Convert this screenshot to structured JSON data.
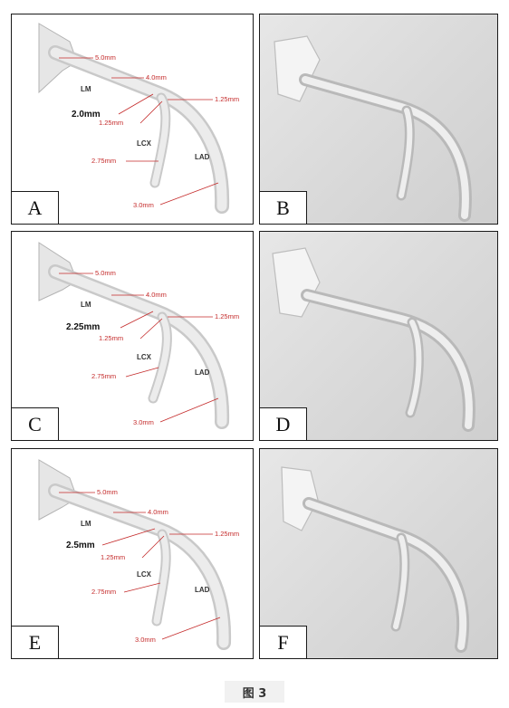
{
  "figure": {
    "caption": "图 3",
    "panels": [
      {
        "label": "A",
        "type": "diagram",
        "angle_label": "2.0mm"
      },
      {
        "label": "B",
        "type": "photo"
      },
      {
        "label": "C",
        "type": "diagram",
        "angle_label": "2.25mm"
      },
      {
        "label": "D",
        "type": "photo"
      },
      {
        "label": "E",
        "type": "diagram",
        "angle_label": "2.5mm"
      },
      {
        "label": "F",
        "type": "photo"
      }
    ],
    "dimensions": {
      "ostium": "5.0mm",
      "lm_distal": "4.0mm",
      "lad_proximal": "1.25mm",
      "lcx_proximal": "1.25mm",
      "lcx_distal": "2.75mm",
      "lad_distal": "3.0mm"
    },
    "vessels": {
      "lm": "LM",
      "lcx": "LCX",
      "lad": "LAD"
    },
    "colors": {
      "dimension_text": "#c42a2a",
      "border": "#1a1a1a"
    }
  }
}
